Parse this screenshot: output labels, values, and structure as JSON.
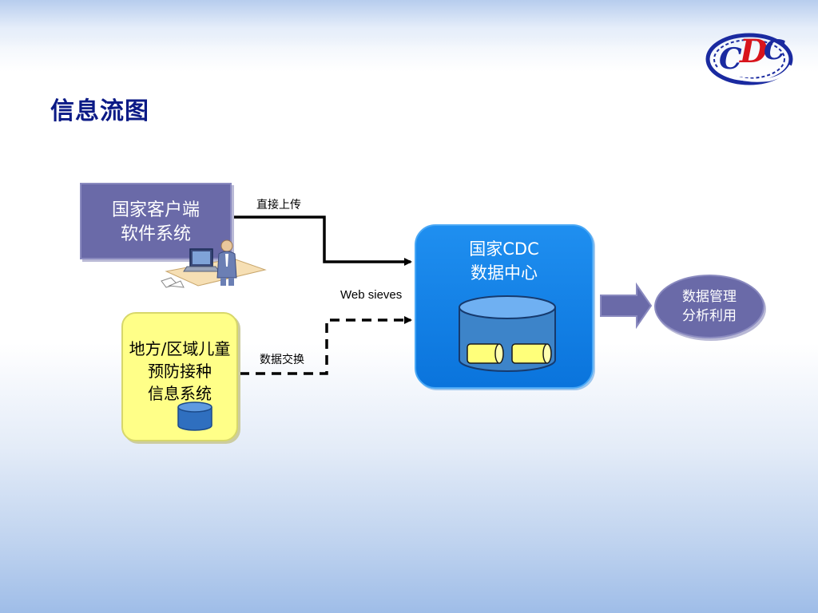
{
  "slide": {
    "title": "信息流图"
  },
  "logo": {
    "letters": "CDC",
    "colors": {
      "primary": "#1a2aa0",
      "accent": "#d8141c"
    }
  },
  "nodes": {
    "national_client": {
      "lines": [
        "国家客户端",
        "软件系统"
      ],
      "icon": "user-at-laptop-icon",
      "color": "#6a6aa8"
    },
    "local_system": {
      "lines": [
        "地方/区域儿童",
        "预防接种",
        "信息系统"
      ],
      "icon": "database-icon",
      "color": "#ffff88"
    },
    "national_cdc": {
      "lines": [
        "国家CDC",
        "数据中心"
      ],
      "icon": "database-server-icon",
      "color": "#0a74dc"
    },
    "analysis": {
      "lines": [
        "数据管理",
        "分析利用"
      ],
      "color": "#6a6aa8"
    }
  },
  "edges": {
    "direct_upload": {
      "label": "直接上传",
      "style": "solid"
    },
    "data_exchange": {
      "label": "数据交换",
      "style": "dashed"
    },
    "web_sieves": {
      "label": "Web sieves"
    },
    "output": {
      "icon": "block-arrow-right-icon"
    }
  }
}
